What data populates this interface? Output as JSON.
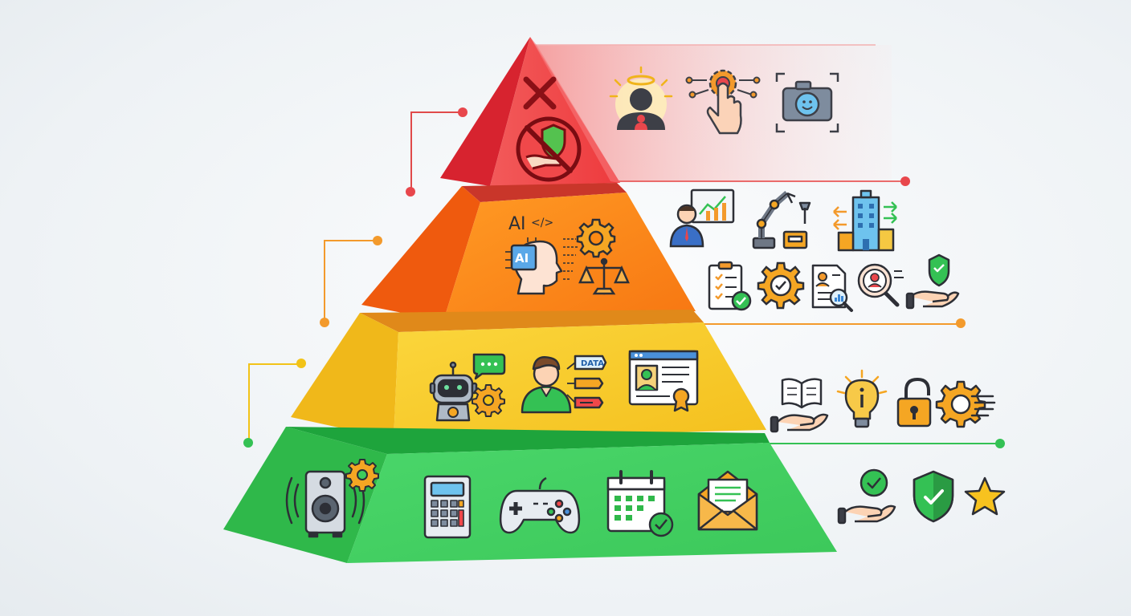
{
  "diagram": {
    "tiers": [
      {
        "id": "top",
        "colors": {
          "front": "#f0484a",
          "side": "#d6232f",
          "light": "#f7a5a5"
        },
        "pyramid_icons": [
          "cross-icon",
          "prohibited-shield-hand-icon"
        ],
        "side_icons": [
          "haloed-person-icon",
          "finger-pressing-gear-icon",
          "face-camera-icon"
        ]
      },
      {
        "id": "upper-middle",
        "colors": {
          "front": "#fb8a14",
          "side": "#ef5a0e",
          "top": "#c9362a",
          "accent": "#f39a2c"
        },
        "ai_chip_text": "AI",
        "ai_label_text": "AI",
        "code_text": "</>",
        "pyramid_icons": [
          "ai-head-icon",
          "gear-icon",
          "scales-icon"
        ],
        "side_icons": [
          "businessman-chart-icon",
          "robotic-arm-icon",
          "building-arrows-icon",
          "checklist-icon",
          "gear-check-icon",
          "document-search-icon",
          "person-magnifier-icon",
          "shield-hand-icon"
        ]
      },
      {
        "id": "lower-middle",
        "colors": {
          "front": "#f8cb2a",
          "side": "#f0b81a",
          "top": "#e0891a",
          "accent": "#f2c318"
        },
        "tag_text": "DATA",
        "pyramid_icons": [
          "chatbot-icon",
          "person-data-tags-icon",
          "profile-browser-icon"
        ],
        "side_icons": [
          "open-book-hand-icon",
          "info-bulb-icon",
          "unlocked-padlock-icon",
          "gear-speed-icon"
        ]
      },
      {
        "id": "base",
        "colors": {
          "front": "#3fcc5c",
          "side": "#2fb84a",
          "top": "#1ea43c",
          "accent": "#34c154"
        },
        "pyramid_icons": [
          "speaker-gear-icon",
          "calculator-icon",
          "gamepad-icon",
          "calendar-check-icon",
          "envelope-icon"
        ],
        "side_icons": [
          "check-hand-icon",
          "shield-check-icon",
          "star-icon"
        ]
      }
    ]
  }
}
